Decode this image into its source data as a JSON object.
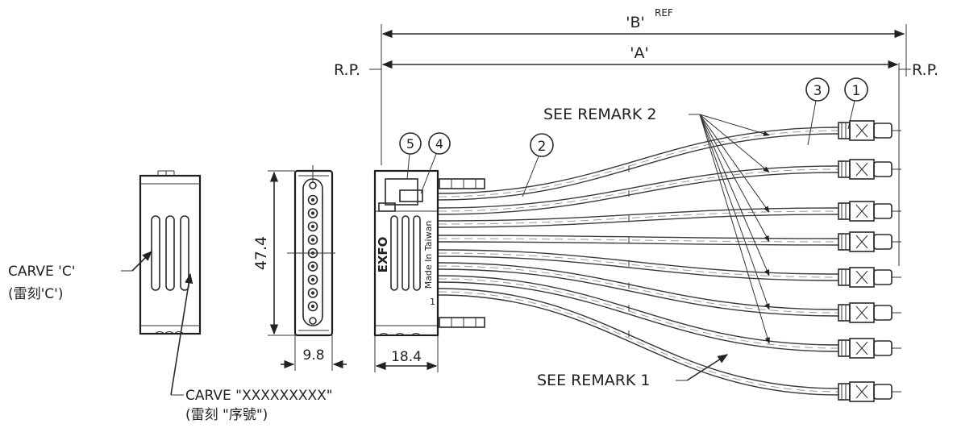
{
  "dimensions": {
    "b_label": "'B'",
    "b_ref": "REF",
    "a_label": "'A'",
    "rp_left": "R.P.",
    "rp_right": "R.P.",
    "height": "47.4",
    "width_side": "9.8",
    "width_body": "18.4"
  },
  "balloons": [
    "1",
    "2",
    "3",
    "4",
    "5"
  ],
  "labels": {
    "remark2": "SEE REMARK 2",
    "remark1": "SEE REMARK 1",
    "carve_c": "CARVE 'C'",
    "carve_c_cn": "(雷刻'C')",
    "carve_serial": "CARVE \"XXXXXXXXX\"",
    "carve_serial_cn": "(雷刻 \"序號\")"
  },
  "body_marks": {
    "brand": "EXFO",
    "origin": "Made In Taiwan",
    "pin1": "1"
  }
}
